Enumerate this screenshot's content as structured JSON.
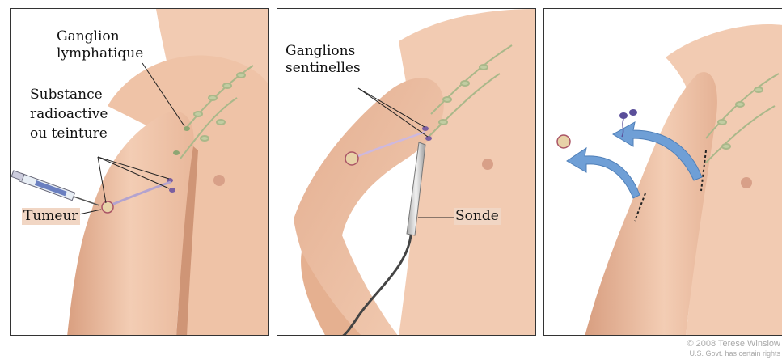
{
  "panel1": {
    "label_node": "Ganglion lymphatique",
    "label_node_l1": "Ganglion",
    "label_node_l2": "lymphatique",
    "label_substance_l1": "Substance",
    "label_substance_l2": "radioactive",
    "label_substance_l3": "ou teinture",
    "label_tumor": "Tumeur"
  },
  "panel2": {
    "label_sentinel_l1": "Ganglions",
    "label_sentinel_l2": "sentinelles",
    "label_probe": "Sonde"
  },
  "credit": {
    "line1": "© 2008 Terese Winslow",
    "line2": "U.S. Govt. has certain rights"
  },
  "colors": {
    "skin": "#f0c7ad",
    "skin_shadow": "#d9a283",
    "lymph": "#b9c79a",
    "sentinel_node": "#7b5fa0",
    "arrow": "#6f9fd6",
    "probe": "#d7d7d7"
  }
}
